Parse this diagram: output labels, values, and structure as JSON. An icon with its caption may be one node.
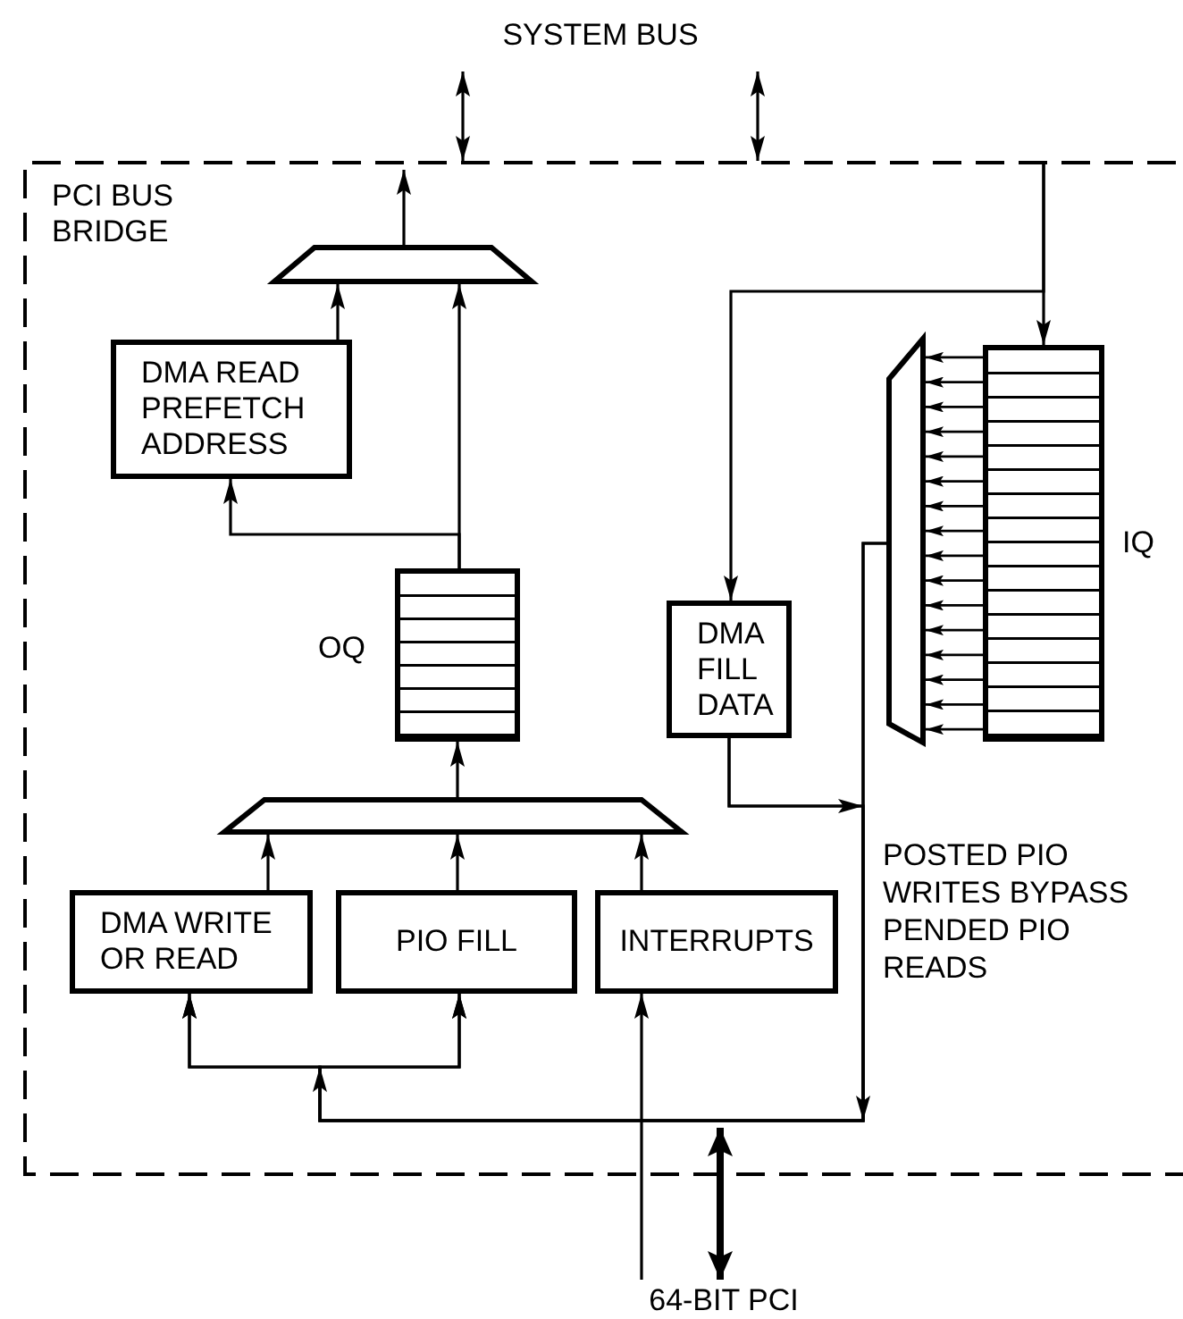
{
  "diagram": {
    "nodes": [
      {
        "text": [
          "SYSTEM BUS"
        ]
      },
      {
        "text": [
          "PCI BUS BRIDGE"
        ]
      },
      {
        "text": [],
        "shape": "trapezoid",
        "in": 1
      },
      {
        "text": [
          "DMA READ PREFETCH ADDRESS"
        ],
        "in": 1
      },
      {
        "text": [],
        "shape": "box",
        "in": 1,
        "beside": [
          "OQ"
        ]
      },
      {
        "text": [
          "DMA FILL DATA"
        ],
        "in": 1
      },
      {
        "text": [],
        "shape": "trapezoid",
        "in": 1
      },
      {
        "text": [],
        "shape": "box",
        "in": 1,
        "beside": [
          "IQ"
        ]
      },
      {
        "text": [],
        "shape": "trapezoid",
        "in": 1
      },
      {
        "text": [
          "DMA WRITE OR READ"
        ],
        "in": 1
      },
      {
        "text": [
          "PIO FILL"
        ],
        "in": 1
      },
      {
        "text": [
          "INTERRUPTS"
        ],
        "in": 1
      },
      {
        "text": [
          "64-BIT PCI"
        ]
      }
    ],
    "edges": [
      {
        "from": 0,
        "to": 1,
        "arrow": "both"
      },
      {
        "from": 0,
        "to": 1,
        "arrow": "both"
      },
      {
        "from": 2,
        "to": null,
        "arrow": "to"
      },
      {
        "from": 3,
        "to": 2,
        "arrow": "to"
      },
      {
        "from": 4,
        "to": 2,
        "arrow": "to"
      },
      {
        "from": 4,
        "to": 3,
        "arrow": "to"
      },
      {
        "from": null,
        "to": 7,
        "arrow": "to"
      },
      {
        "from": null,
        "to": 5,
        "arrow": "to"
      },
      {
        "from": 7,
        "to": 6,
        "arrow": "to"
      },
      {
        "from": 7,
        "to": 6,
        "arrow": "to"
      },
      {
        "from": 7,
        "to": 6,
        "arrow": "to"
      },
      {
        "from": 7,
        "to": 6,
        "arrow": "to"
      },
      {
        "from": 7,
        "to": 6,
        "arrow": "to"
      },
      {
        "from": 7,
        "to": 6,
        "arrow": "to"
      },
      {
        "from": 7,
        "to": 6,
        "arrow": "to"
      },
      {
        "from": 7,
        "to": 6,
        "arrow": "to"
      },
      {
        "from": 7,
        "to": 6,
        "arrow": "to"
      },
      {
        "from": 7,
        "to": 6,
        "arrow": "to"
      },
      {
        "from": 7,
        "to": 6,
        "arrow": "to"
      },
      {
        "from": 7,
        "to": 6,
        "arrow": "to"
      },
      {
        "from": 7,
        "to": 6,
        "arrow": "to"
      },
      {
        "from": 7,
        "to": 6,
        "arrow": "to"
      },
      {
        "from": 7,
        "to": 6,
        "arrow": "to"
      },
      {
        "from": 7,
        "to": 6,
        "arrow": "to"
      },
      {
        "from": 5,
        "to": 9,
        "arrow": "to"
      },
      {
        "from": 5,
        "to": 10,
        "arrow": "to"
      },
      {
        "from": 6,
        "to": 9,
        "arrow": "to"
      },
      {
        "from": 6,
        "to": 10,
        "arrow": "to"
      },
      {
        "from": 9,
        "to": 8,
        "arrow": "to"
      },
      {
        "from": 10,
        "to": 8,
        "arrow": "to"
      },
      {
        "from": 11,
        "to": 8,
        "arrow": "to"
      },
      {
        "from": 8,
        "to": 4,
        "arrow": "to"
      },
      {
        "from": 12,
        "to": 11,
        "arrow": "to"
      },
      {
        "from": 12,
        "to": 1,
        "arrow": "both",
        "style": "thick"
      }
    ],
    "labels": [
      "POSTED PIO WRITES BYPASS PENDED PIO READS"
    ]
  }
}
